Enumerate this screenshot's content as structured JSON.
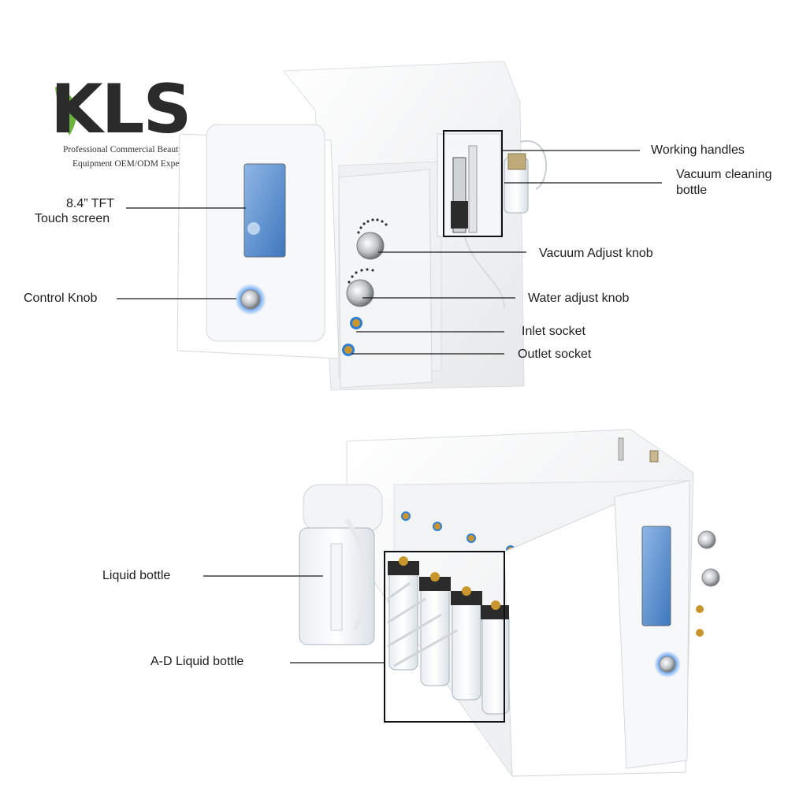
{
  "logo": {
    "wordmark": "KLS",
    "tagline_line1": "Professional Commercial Beauty",
    "tagline_line2": "Equipment OEM/ODM Expert",
    "brand_green": "#6bb33a",
    "brand_dark": "#2b2b2b"
  },
  "top_view": {
    "labels": {
      "touch_screen_line1": "8.4” TFT",
      "touch_screen_line2": "Touch screen",
      "control_knob": "Control Knob",
      "working_handles": "Working handles",
      "vacuum_bottle_line1": "Vacuum cleaning",
      "vacuum_bottle_line2": "bottle",
      "vacuum_knob": "Vacuum Adjust knob",
      "water_knob": "Water adjust knob",
      "inlet": "Inlet socket",
      "outlet": "Outlet socket"
    }
  },
  "bottom_view": {
    "labels": {
      "liquid_bottle": "Liquid bottle",
      "ad_bottles": "A-D Liquid bottle"
    }
  },
  "colors": {
    "device_white": "#f4f5f6",
    "device_edge": "#d8dbde",
    "screen_blue": "#4a87c8",
    "knob_glow": "#3f8ff0",
    "socket_brass": "#c9962e",
    "socket_blue": "#2f7fd6",
    "leader_line": "#1a1a1a"
  }
}
